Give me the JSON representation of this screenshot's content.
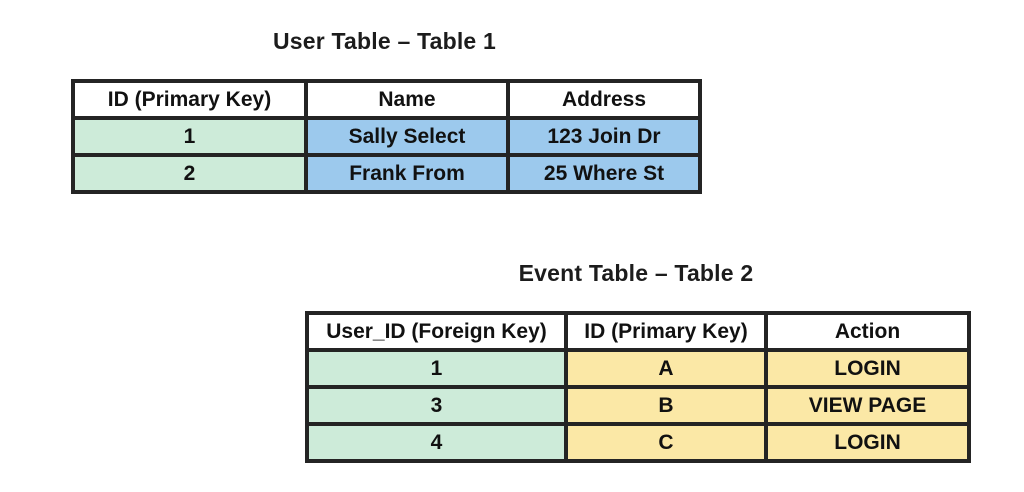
{
  "colors": {
    "green": "#cdebd9",
    "blue": "#9cc9ed",
    "yellow": "#fbe8a6",
    "header_bg": "#ffffff",
    "border": "#242424"
  },
  "user_table": {
    "title": "User Table – Table 1",
    "columns": [
      "ID (Primary Key)",
      "Name",
      "Address"
    ],
    "rows": [
      [
        "1",
        "Sally Select",
        "123 Join Dr"
      ],
      [
        "2",
        "Frank From",
        "25 Where St"
      ]
    ]
  },
  "event_table": {
    "title": "Event Table – Table 2",
    "columns": [
      "User_ID (Foreign Key)",
      "ID (Primary Key)",
      "Action"
    ],
    "rows": [
      [
        "1",
        "A",
        "LOGIN"
      ],
      [
        "3",
        "B",
        "VIEW PAGE"
      ],
      [
        "4",
        "C",
        "LOGIN"
      ]
    ]
  }
}
